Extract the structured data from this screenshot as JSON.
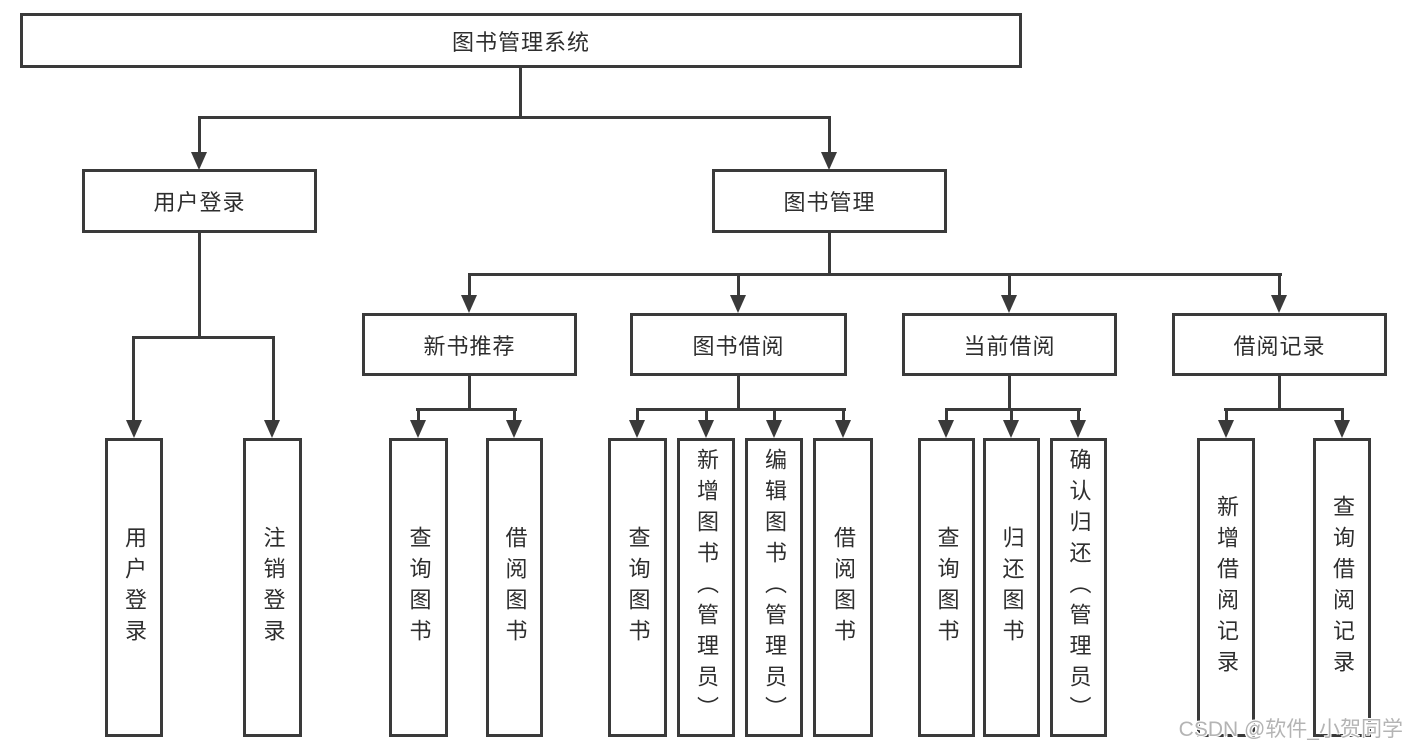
{
  "diagram": {
    "title_node": {
      "label": "图书管理系统"
    },
    "level2": [
      {
        "label": "用户登录"
      },
      {
        "label": "图书管理"
      }
    ],
    "level3": [
      {
        "label": "新书推荐"
      },
      {
        "label": "图书借阅"
      },
      {
        "label": "当前借阅"
      },
      {
        "label": "借阅记录"
      }
    ],
    "leaves": {
      "user_login": [
        {
          "label": "用户登录"
        },
        {
          "label": "注销登录"
        }
      ],
      "new_book": [
        {
          "label": "查询图书"
        },
        {
          "label": "借阅图书"
        }
      ],
      "book_borrow": [
        {
          "label": "查询图书"
        },
        {
          "label": "新增图书（管理员）"
        },
        {
          "label": "编辑图书（管理员）"
        },
        {
          "label": "借阅图书"
        }
      ],
      "current_borrow": [
        {
          "label": "查询图书"
        },
        {
          "label": "归还图书"
        },
        {
          "label": "确认归还（管理员）"
        }
      ],
      "borrow_record": [
        {
          "label": "新增借阅记录"
        },
        {
          "label": "查询借阅记录"
        }
      ]
    }
  },
  "watermark": {
    "text": "CSDN @软件_小贺同学"
  },
  "colors": {
    "line": "#3a3a3a",
    "text": "#2e2e2e",
    "watermark": "#b4b4b4",
    "background": "#ffffff"
  }
}
